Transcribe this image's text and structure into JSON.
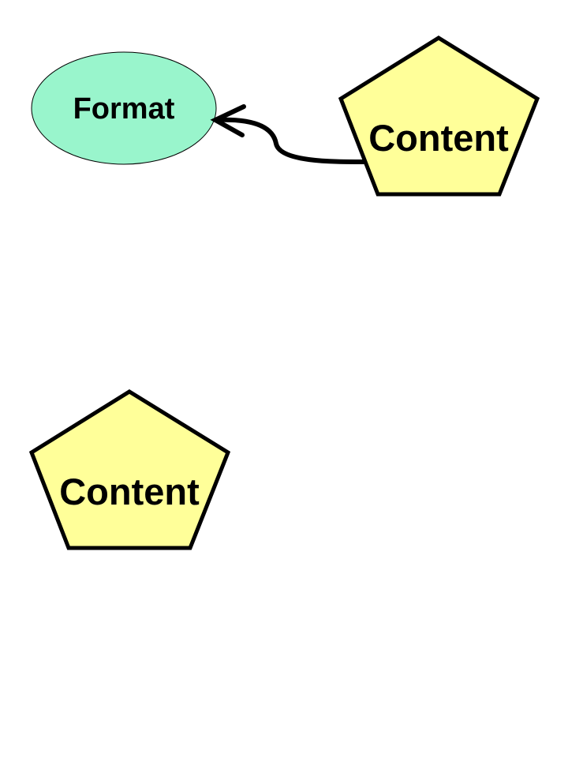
{
  "nodes": {
    "format": {
      "label": "Format",
      "shape": "ellipse",
      "fill_color": "#99f5cc"
    },
    "content_top": {
      "label": "Content",
      "shape": "pentagon",
      "fill_color": "#ffff99"
    },
    "content_bottom": {
      "label": "Content",
      "shape": "pentagon",
      "fill_color": "#ffff99"
    }
  },
  "edges": [
    {
      "from": "content_top",
      "to": "format",
      "style": "curved-arrow",
      "color": "#000000"
    }
  ]
}
